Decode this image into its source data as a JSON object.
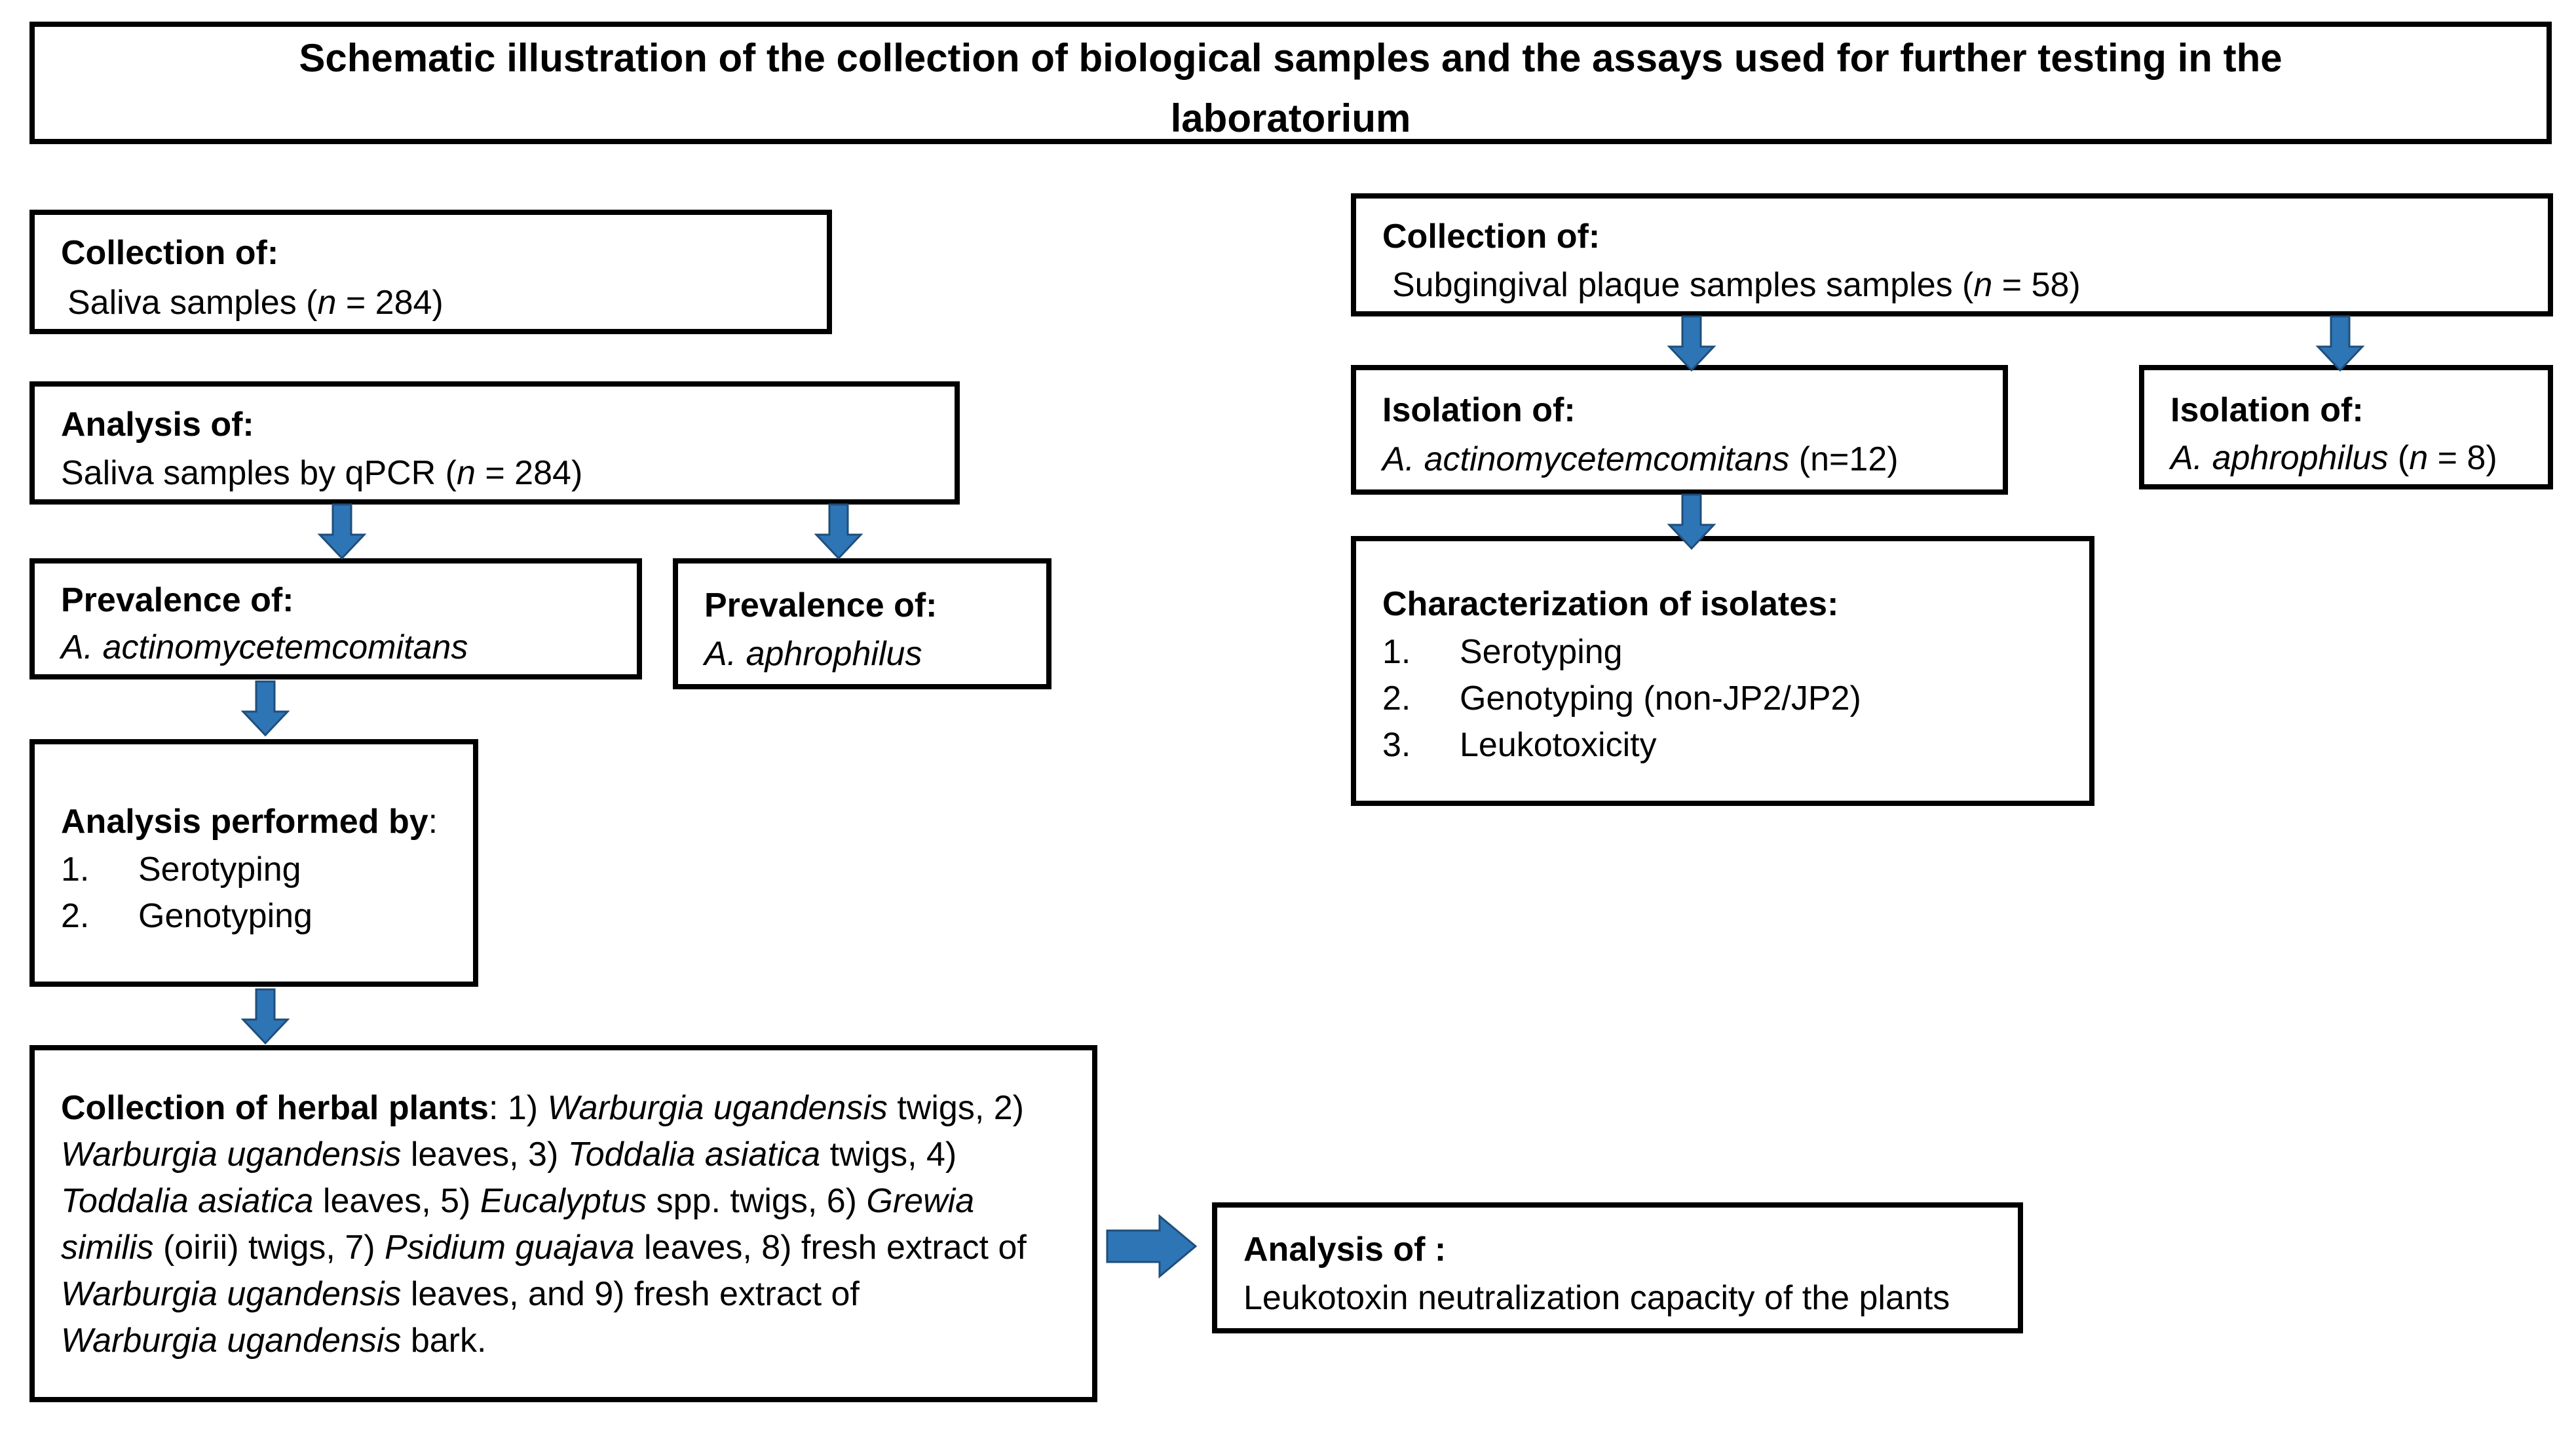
{
  "title": {
    "line1": "Schematic illustration of the collection of biological samples and the assays used for further testing in the",
    "line2": "laboratorium"
  },
  "saliva_collection": {
    "heading": "Collection of:",
    "text": "Saliva samples (",
    "n_label": "n",
    "n_value": " = 284)"
  },
  "saliva_analysis": {
    "heading": "Analysis of:",
    "text": "Saliva samples by qPCR (",
    "n_label": "n",
    "n_value": " = 284)"
  },
  "prevalence_aa": {
    "heading": "Prevalence of:",
    "organism": "A. actinomycetemcomitans"
  },
  "prevalence_aph": {
    "heading": "Prevalence of:",
    "organism": "A. aphrophilus"
  },
  "analysis_performed": {
    "heading": "Analysis performed by",
    "colon": ":",
    "items": [
      {
        "num": "1.",
        "text": "Serotyping"
      },
      {
        "num": "2.",
        "text": "Genotyping"
      }
    ]
  },
  "herbal": {
    "heading": "Collection of herbal plants",
    "l1": [
      ": 1) ",
      "Warburgia ugandensis",
      " twigs, 2)"
    ],
    "l2": [
      "Warburgia ugandensis",
      " leaves, 3) ",
      "Toddalia asiatica",
      " twigs, 4)"
    ],
    "l3": [
      "Toddalia asiatica",
      " leaves, 5) ",
      "Eucalyptus",
      " spp. twigs, 6) ",
      "Grewia"
    ],
    "l4": [
      "similis",
      " (oirii) twigs, 7) ",
      "Psidium guajava",
      " leaves, 8) fresh extract of"
    ],
    "l5": [
      "Warburgia ugandensis",
      " leaves, and 9) fresh extract of"
    ],
    "l6": [
      "Warburgia ugandensis",
      " bark."
    ]
  },
  "leukotoxin_analysis": {
    "heading": "Analysis of :",
    "text": "Leukotoxin neutralization capacity of the plants"
  },
  "plaque_collection": {
    "heading": "Collection of:",
    "text": "Subgingival plaque samples samples (",
    "n_label": "n",
    "n_value": " = 58)"
  },
  "isolation_aa": {
    "heading": "Isolation of:",
    "organism": "A. actinomycetemcomitans",
    "count": " (n=12)"
  },
  "isolation_aph": {
    "heading": "Isolation of:",
    "organism": "A. aphrophilus",
    "open": " (",
    "n_label": "n",
    "n_value": " = 8)"
  },
  "characterization": {
    "heading": "Characterization of isolates:",
    "items": [
      {
        "num": "1.",
        "text": "Serotyping"
      },
      {
        "num": "2.",
        "text": "Genotyping (non-JP2/JP2)"
      },
      {
        "num": "3.",
        "text": "Leukotoxicity"
      }
    ]
  },
  "colors": {
    "arrow_fill": "#2e75b6",
    "arrow_stroke": "#1f4e79",
    "border": "#000000"
  }
}
